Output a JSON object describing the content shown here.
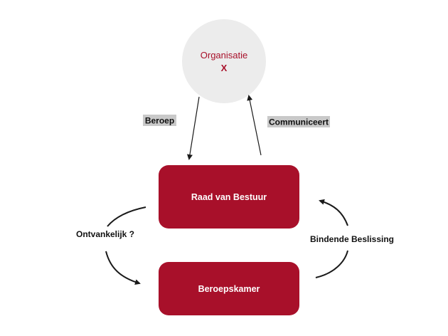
{
  "organisation": {
    "name": "Organisatie",
    "letter": "X"
  },
  "nodes": {
    "raad": "Raad van Bestuur",
    "kamer": "Beroepskamer"
  },
  "edges": {
    "beroep": "Beroep",
    "communiceert": "Communiceert",
    "ontvankelijk": "Ontvankelijk ?",
    "bindende": "Bindende Beslissing"
  },
  "colors": {
    "box_fill": "#a8102a",
    "circle_fill": "#ececec",
    "org_text": "#a8102a",
    "label_highlight": "#c9c9c9",
    "arrow": "#1a1a1a"
  }
}
